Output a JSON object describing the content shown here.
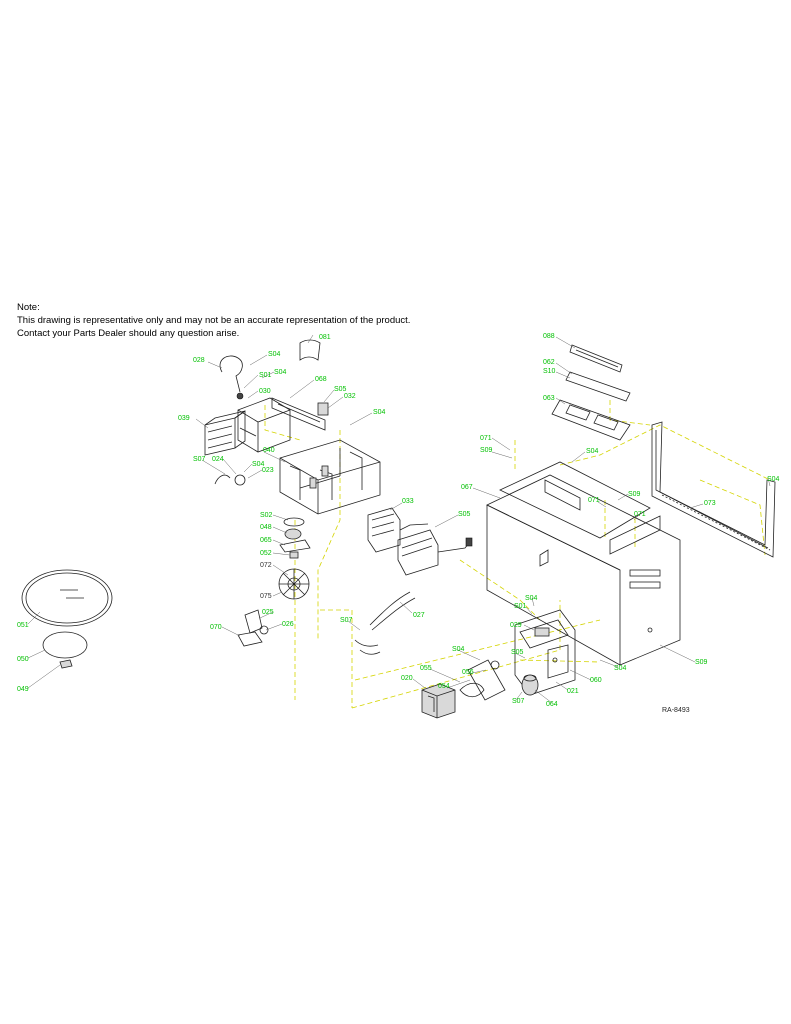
{
  "note": {
    "heading": "Note:",
    "line1": "This drawing is representative only and may not be an accurate representation of the product.",
    "line2": "Contact your Parts Dealer should any question arise."
  },
  "reference": "RA-8493",
  "colors": {
    "label": "#00c000",
    "guide": "#d4d400",
    "line": "#222222"
  },
  "labels": [
    "081",
    "S04",
    "028",
    "S01",
    "030",
    "S04",
    "068",
    "S05",
    "032",
    "039",
    "S04",
    "S07",
    "024",
    "S04",
    "023",
    "040",
    "S02",
    "048",
    "065",
    "052",
    "072",
    "075",
    "025",
    "026",
    "070",
    "033",
    "S05",
    "S07",
    "027",
    "088",
    "062",
    "S10",
    "063",
    "071",
    "S09",
    "S04",
    "067",
    "071",
    "S09",
    "071",
    "073",
    "S04",
    "S01",
    "S04",
    "029",
    "S04",
    "056",
    "S05",
    "054",
    "055",
    "020",
    "S07",
    "064",
    "021",
    "060",
    "S04",
    "S09",
    "051",
    "050",
    "049"
  ]
}
